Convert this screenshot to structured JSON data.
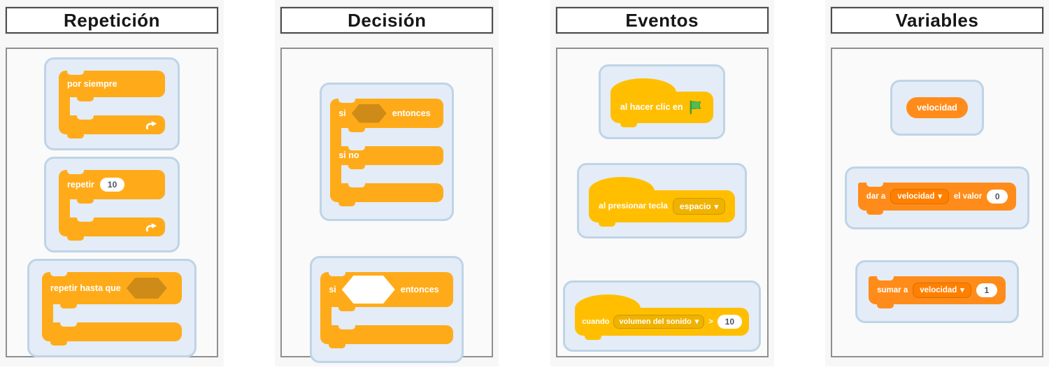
{
  "colors": {
    "control_block": "#FFAB19",
    "control_boolean_slot": "#CF8B17",
    "events_block": "#FFBF00",
    "events_dropdown_fill": "#F0B200",
    "events_dropdown_border": "#CC9900",
    "variables_block": "#FF8C1A",
    "variables_dropdown_fill": "#FF8000",
    "variables_dropdown_border": "#DB6E00",
    "empty_boolean_slot": "#FFFFFF",
    "green_flag": "#4CBF56",
    "card_background": "#E3ECF7",
    "card_border": "#BFD4E6",
    "input_text": "#4C5366"
  },
  "columns": [
    {
      "title": "Repetición",
      "blocks": [
        {
          "kind": "c-loop",
          "label": "por siempre",
          "icon": "loop-arrow"
        },
        {
          "kind": "c-loop",
          "label": "repetir",
          "value": "10",
          "icon": "loop-arrow"
        },
        {
          "kind": "c-loop",
          "label": "repetir hasta que",
          "condition": "filled-hexagon"
        }
      ]
    },
    {
      "title": "Decisión",
      "blocks": [
        {
          "kind": "if-else",
          "if_label": "si",
          "then_label": "entonces",
          "else_label": "si no",
          "condition": "filled-hexagon"
        },
        {
          "kind": "if",
          "if_label": "si",
          "then_label": "entonces",
          "condition": "empty-hexagon"
        }
      ]
    },
    {
      "title": "Eventos",
      "blocks": [
        {
          "kind": "hat",
          "label": "al hacer clic en",
          "icon": "green-flag"
        },
        {
          "kind": "hat",
          "label": "al presionar tecla",
          "dropdown": "espacio"
        },
        {
          "kind": "hat",
          "label": "cuando",
          "dropdown": "volumen del sonido",
          "operator": ">",
          "value": "10"
        }
      ]
    },
    {
      "title": "Variables",
      "blocks": [
        {
          "kind": "reporter",
          "label": "velocidad"
        },
        {
          "kind": "stack",
          "label": "dar a",
          "dropdown": "velocidad",
          "label2": "el valor",
          "value": "0"
        },
        {
          "kind": "stack",
          "label": "sumar a",
          "dropdown": "velocidad",
          "value": "1"
        }
      ]
    }
  ]
}
